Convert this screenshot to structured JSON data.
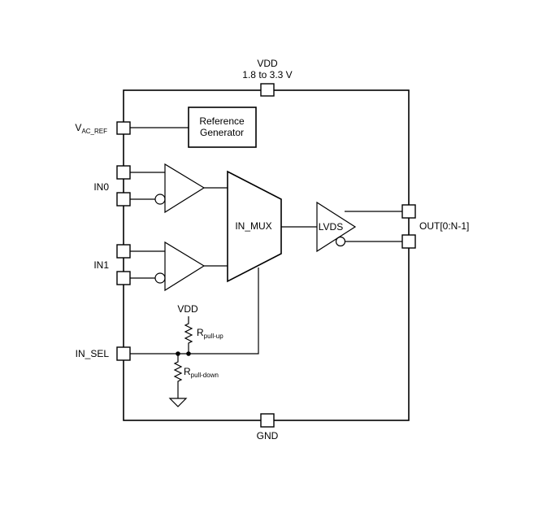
{
  "power": {
    "vdd_label": "VDD",
    "vdd_range": "1.8 to 3.3 V",
    "gnd_label": "GND"
  },
  "pins": {
    "vac_ref_main": "V",
    "vac_ref_sub": "AC_REF",
    "in0": "IN0",
    "in1": "IN1",
    "in_sel": "IN_SEL",
    "out": "OUT[0:N-1]"
  },
  "blocks": {
    "reference_generator_line1": "Reference",
    "reference_generator_line2": "Generator",
    "mux": "IN_MUX",
    "lvds": "LVDS"
  },
  "resistors": {
    "pullup_supply": "VDD",
    "pullup_main": "R",
    "pullup_sub": "pull-up",
    "pulldown_main": "R",
    "pulldown_sub": "pull-down"
  }
}
